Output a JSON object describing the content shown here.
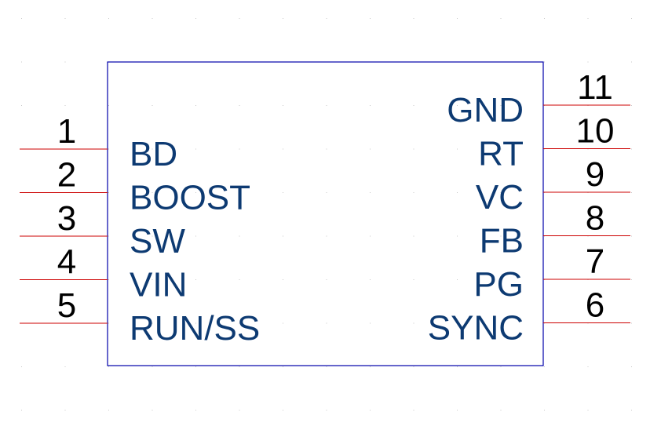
{
  "component": {
    "left_pins": [
      {
        "number": "1",
        "name": "BD"
      },
      {
        "number": "2",
        "name": "BOOST"
      },
      {
        "number": "3",
        "name": "SW"
      },
      {
        "number": "4",
        "name": "VIN"
      },
      {
        "number": "5",
        "name": "RUN/SS"
      }
    ],
    "right_pins": [
      {
        "number": "11",
        "name": "GND"
      },
      {
        "number": "10",
        "name": "RT"
      },
      {
        "number": "9",
        "name": "VC"
      },
      {
        "number": "8",
        "name": "FB"
      },
      {
        "number": "7",
        "name": "PG"
      },
      {
        "number": "6",
        "name": "SYNC"
      }
    ]
  },
  "colors": {
    "body_outline": "#0000aa",
    "pin_line": "#cc0000",
    "pin_name_text": "#0d3a72",
    "pin_number_text": "#000000"
  }
}
